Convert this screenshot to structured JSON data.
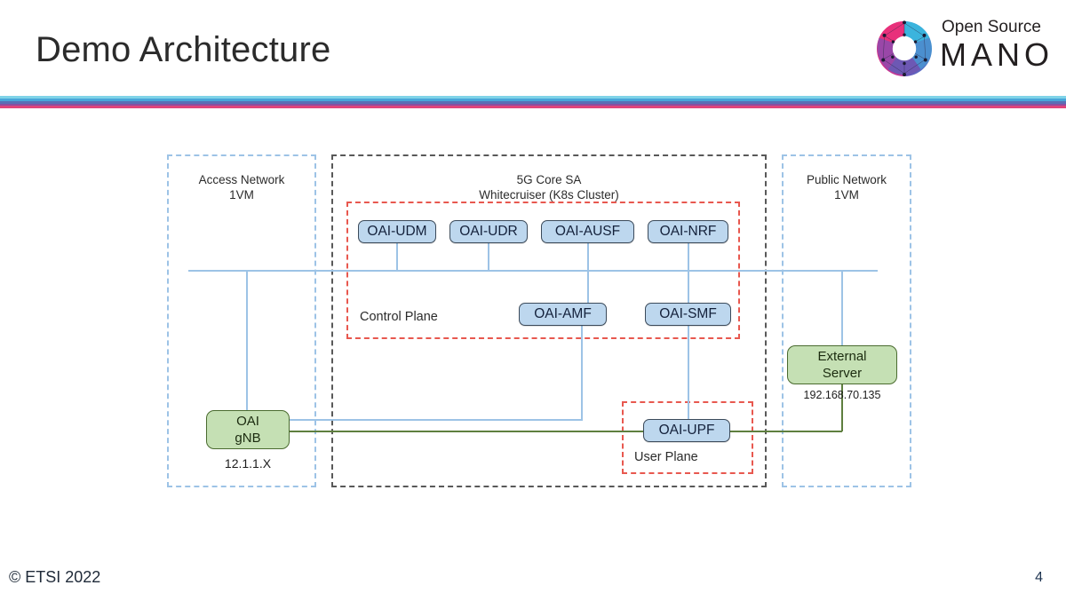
{
  "slide": {
    "title": "Demo Architecture",
    "page_number": "4",
    "copyright": "© ETSI 2022"
  },
  "logo": {
    "line1": "Open Source",
    "line2": "MANO",
    "mark_name": "osm-ring-logo"
  },
  "theme": {
    "stripe_colors": [
      "#7fd3e8",
      "#49a6d9",
      "#5b6fb5",
      "#8b4fa0",
      "#e0457b"
    ],
    "node_blue_fill": "#bdd7ee",
    "node_blue_border": "#3b4a5a",
    "node_green_fill": "#c5e0b4",
    "node_green_border": "#4a6b2f",
    "group_blue_dash": "#9dc3e6",
    "group_dark_dash": "#595959",
    "group_red_dash": "#e8584f",
    "wire_blue": "#9dc3e6",
    "wire_green": "#5f7f3f"
  },
  "diagram": {
    "groups": [
      {
        "id": "access",
        "label": "Access Network\n1VM"
      },
      {
        "id": "core",
        "label": "5G Core SA\nWhitecruiser (K8s Cluster)"
      },
      {
        "id": "public",
        "label": "Public Network\n1VM"
      },
      {
        "id": "control",
        "label": "Control Plane"
      },
      {
        "id": "user",
        "label": "User Plane"
      }
    ],
    "nodes": [
      {
        "id": "udm",
        "label": "OAI-UDM",
        "style": "blue"
      },
      {
        "id": "udr",
        "label": "OAI-UDR",
        "style": "blue"
      },
      {
        "id": "ausf",
        "label": "OAI-AUSF",
        "style": "blue"
      },
      {
        "id": "nrf",
        "label": "OAI-NRF",
        "style": "blue"
      },
      {
        "id": "amf",
        "label": "OAI-AMF",
        "style": "blue"
      },
      {
        "id": "smf",
        "label": "OAI-SMF",
        "style": "blue"
      },
      {
        "id": "upf",
        "label": "OAI-UPF",
        "style": "blue"
      },
      {
        "id": "gnb",
        "label_line1": "OAI",
        "label_line2": "gNB",
        "style": "green",
        "sub_label": "12.1.1.X"
      },
      {
        "id": "ext",
        "label_line1": "External",
        "label_line2": "Server",
        "style": "green",
        "sub_label": "192.168.70.135"
      }
    ]
  }
}
